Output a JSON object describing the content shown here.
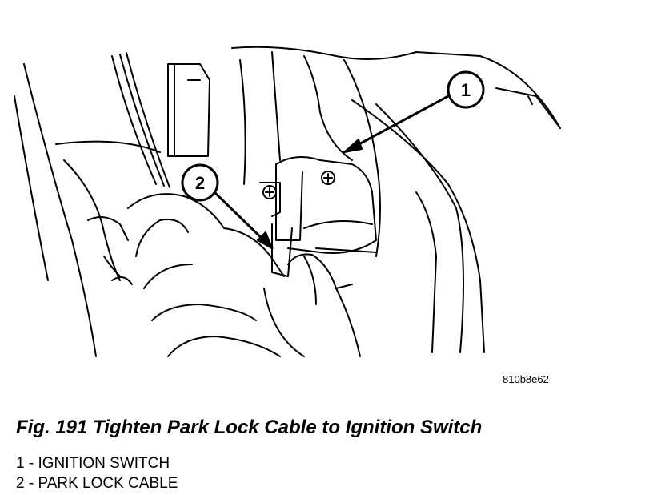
{
  "figure": {
    "id_code": "810b8e62",
    "callouts": [
      {
        "number": "1"
      },
      {
        "number": "2"
      }
    ]
  },
  "caption": "Fig. 191 Tighten Park Lock Cable to Ignition Switch",
  "legend": [
    "1 - IGNITION SWITCH",
    "2 - PARK LOCK CABLE"
  ],
  "colors": {
    "ink": "#000000",
    "paper": "#ffffff"
  }
}
